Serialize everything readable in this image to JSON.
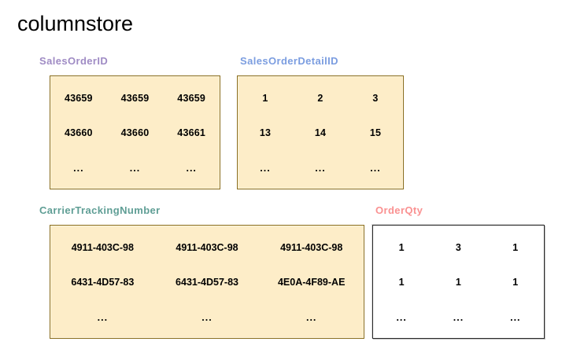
{
  "page": {
    "title": "columnstore",
    "background": "#ffffff"
  },
  "columns": [
    {
      "id": "salesorderid",
      "label": "SalesOrderID",
      "label_color": "#9f8bc4",
      "box_style": "cream",
      "fill": "#fdedc8",
      "border": "#8a6d1d",
      "rows": [
        [
          "43659",
          "43659",
          "43659"
        ],
        [
          "43660",
          "43660",
          "43661"
        ],
        [
          "...",
          "...",
          "..."
        ]
      ]
    },
    {
      "id": "salesorderdetailid",
      "label": "SalesOrderDetailID",
      "label_color": "#7b9de0",
      "box_style": "cream",
      "fill": "#fdedc8",
      "border": "#8a6d1d",
      "rows": [
        [
          "1",
          "2",
          "3"
        ],
        [
          "13",
          "14",
          "15"
        ],
        [
          "...",
          "...",
          "..."
        ]
      ]
    },
    {
      "id": "carriertrackingnumber",
      "label": "CarrierTrackingNumber",
      "label_color": "#5f9e95",
      "box_style": "cream",
      "fill": "#fdedc8",
      "border": "#8a6d1d",
      "rows": [
        [
          "4911-403C-98",
          "4911-403C-98",
          "4911-403C-98"
        ],
        [
          "6431-4D57-83",
          "6431-4D57-83",
          "4E0A-4F89-AE"
        ],
        [
          "...",
          "...",
          "..."
        ]
      ]
    },
    {
      "id": "orderqty",
      "label": "OrderQty",
      "label_color": "#fa9191",
      "box_style": "plain",
      "fill": "#ffffff",
      "border": "#2b2b2b",
      "rows": [
        [
          "1",
          "3",
          "1"
        ],
        [
          "1",
          "1",
          "1"
        ],
        [
          "...",
          "...",
          "..."
        ]
      ]
    }
  ]
}
